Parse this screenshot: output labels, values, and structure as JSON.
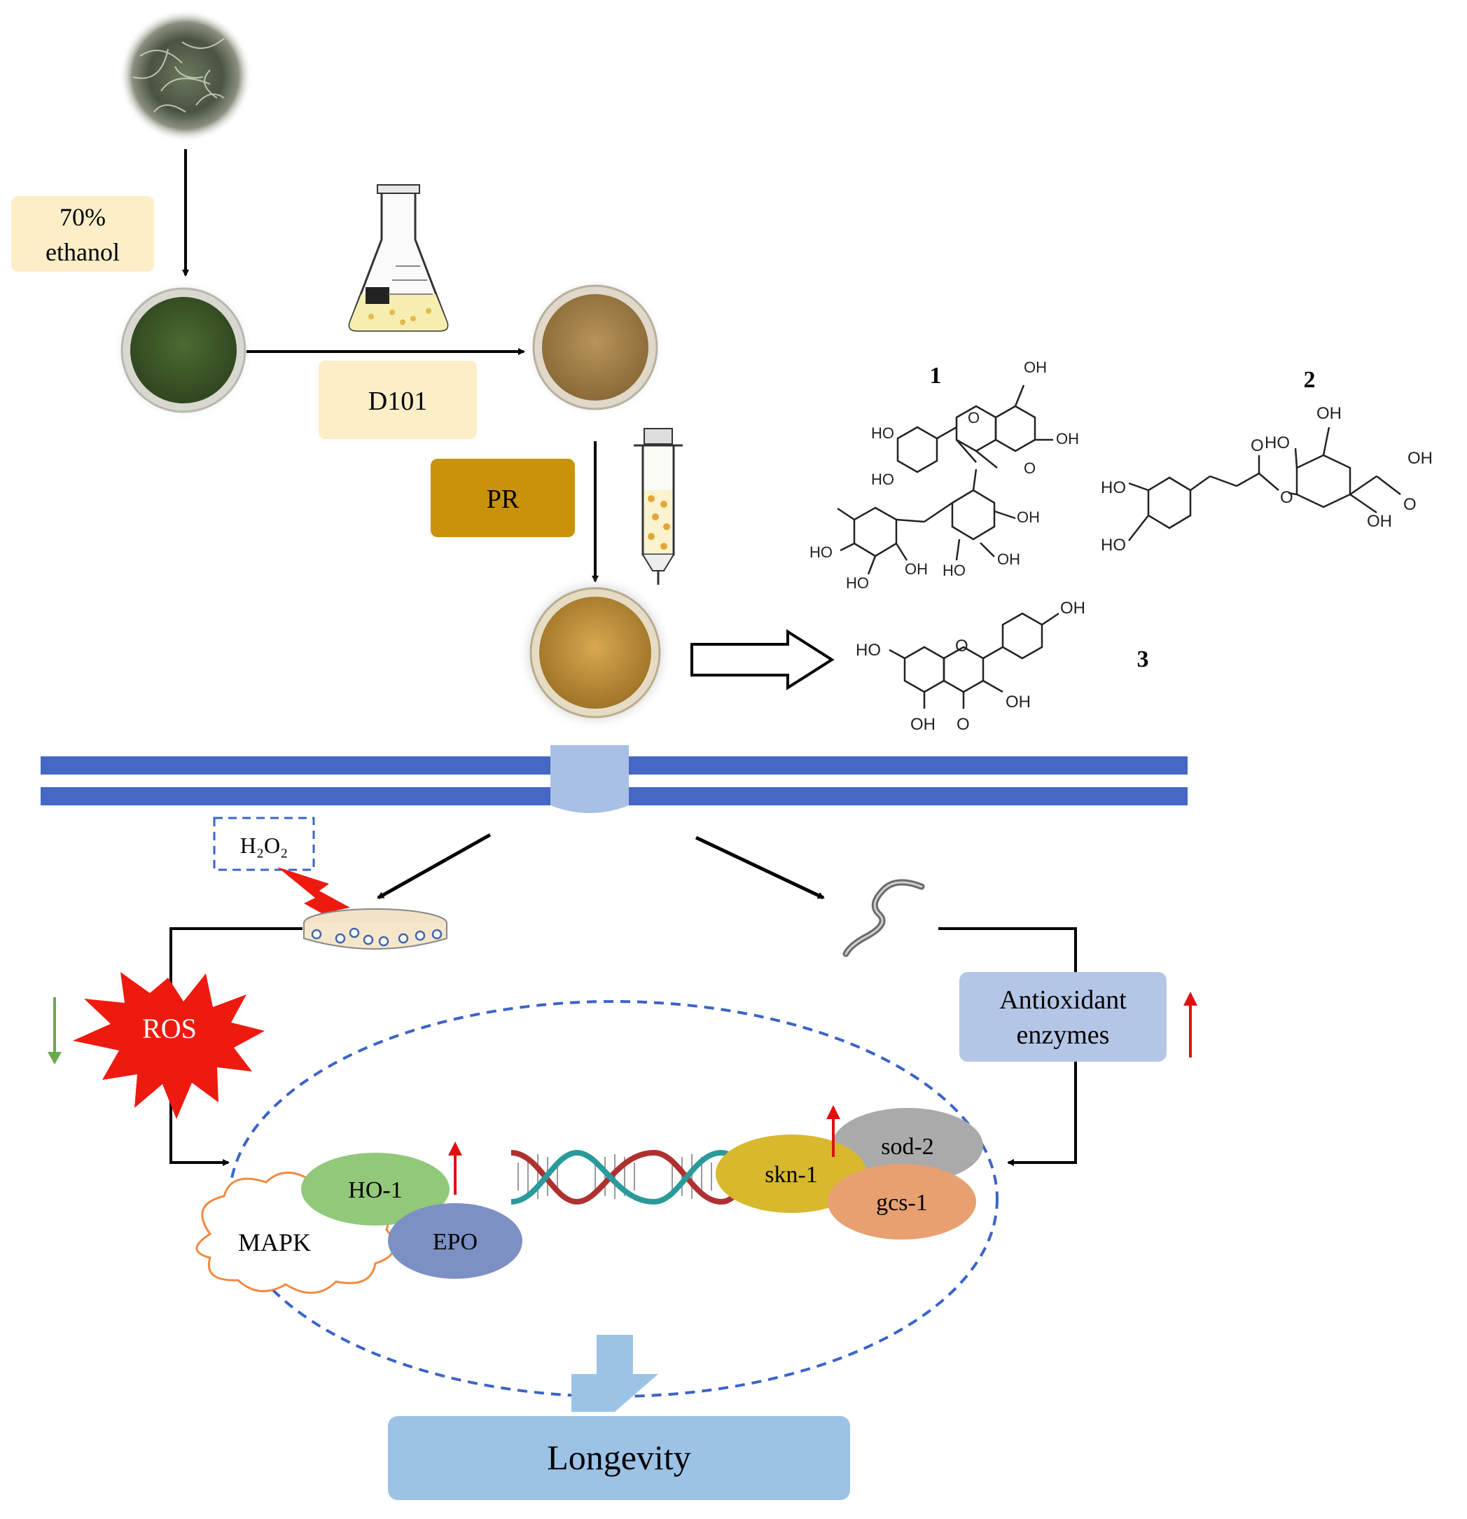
{
  "process": {
    "solvent_label_line1": "70%",
    "solvent_label_line2": "ethanol",
    "resin_label": "D101",
    "purified_label": "PR"
  },
  "compounds": {
    "c1_number": "1",
    "c2_number": "2",
    "c3_number": "3",
    "groups": {
      "oh": "OH",
      "ho": "HO",
      "o": "O"
    }
  },
  "stress": {
    "h2o2_label": "H₂O₂"
  },
  "pathway": {
    "ros_label": "ROS",
    "antioxidant_line1": "Antioxidant",
    "antioxidant_line2": "enzymes",
    "ho1_label": "HO-1",
    "epo_label": "EPO",
    "mapk_label": "MAPK",
    "skn1_label": "skn-1",
    "sod2_label": "sod-2",
    "gcs1_label": "gcs-1"
  },
  "outcome": {
    "longevity_label": "Longevity"
  },
  "colors": {
    "membrane": "#4468c4",
    "up_arrow": "#e01010",
    "down_arrow": "#6aaa4a",
    "box_light": "#fdeec8",
    "box_pr": "#c8920a",
    "enzyme_box": "#b4c6e6",
    "longevity_box": "#9cc3e6",
    "nucleus_dash": "#3a64c8"
  }
}
